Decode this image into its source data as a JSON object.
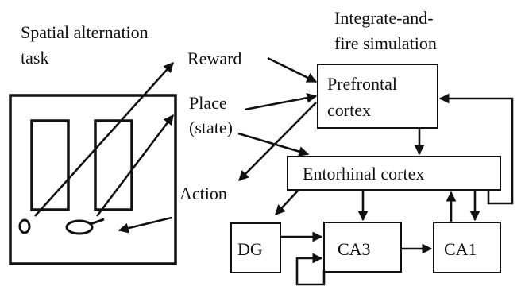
{
  "task": {
    "title_line1": "Spatial alternation",
    "title_line2": "task"
  },
  "simulation": {
    "title_line1": "Integrate-and-",
    "title_line2": "fire simulation"
  },
  "signals": {
    "reward": "Reward",
    "place_line1": "Place",
    "place_line2": "(state)",
    "action": "Action"
  },
  "regions": {
    "prefrontal_line1": "Prefrontal",
    "prefrontal_line2": "cortex",
    "entorhinal": "Entorhinal cortex",
    "dg": "DG",
    "ca3": "CA3",
    "ca1": "CA1"
  }
}
